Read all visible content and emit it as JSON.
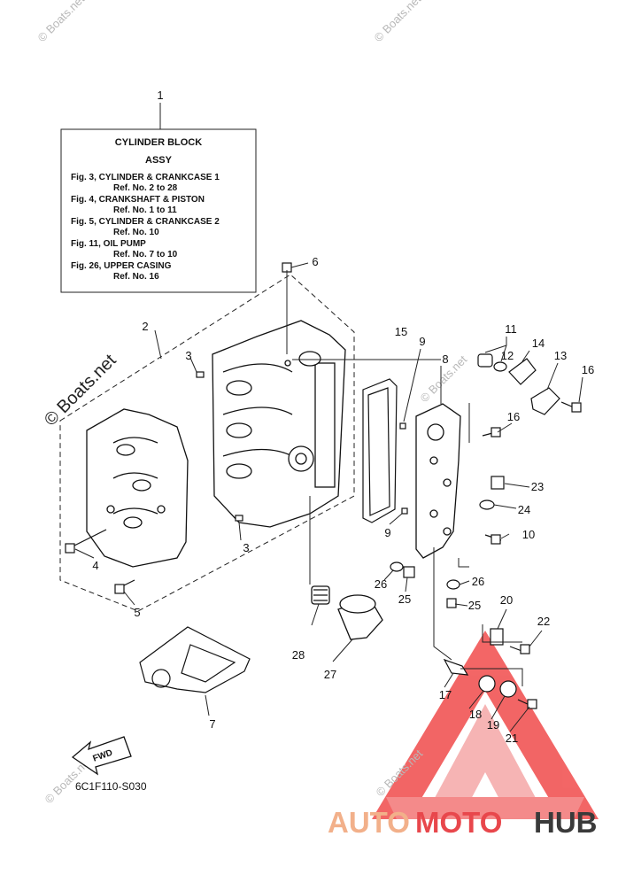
{
  "note_box": {
    "title": [
      "CYLINDER  BLOCK",
      "ASSY"
    ],
    "lines": [
      "Fig. 3, CYLINDER & CRANKCASE 1",
      "Ref. No. 2 to 28",
      "Fig. 4, CRANKSHAFT & PISTON",
      "Ref. No. 1 to 11",
      "Fig. 5, CYLINDER & CRANKCASE 2",
      "Ref. No. 10",
      "Fig. 11, OIL PUMP",
      "Ref. No. 7 to 10",
      "Fig. 26, UPPER CASING",
      "Ref. No. 16"
    ]
  },
  "callouts": {
    "c1": "1",
    "c2": "2",
    "c3a": "3",
    "c3b": "3",
    "c4": "4",
    "c5": "5",
    "c6": "6",
    "c7": "7",
    "c8": "8",
    "c9a": "9",
    "c9b": "9",
    "c10": "10",
    "c11": "11",
    "c12": "12",
    "c13": "13",
    "c14": "14",
    "c15": "15",
    "c16a": "16",
    "c16b": "16",
    "c17": "17",
    "c18": "18",
    "c19": "19",
    "c20": "20",
    "c21": "21",
    "c22": "22",
    "c23": "23",
    "c24": "24",
    "c25a": "25",
    "c25b": "25",
    "c26a": "26",
    "c26b": "26",
    "c27": "27",
    "c28": "28"
  },
  "fwd_label": "FWD",
  "diagram_code": "6C1F110-S030",
  "watermarks": {
    "big": "© Boats.net",
    "small": "© Boats.net"
  },
  "brand": {
    "part1": "AUTO",
    "part2": "MOTO",
    "part3": "HUB",
    "colors": {
      "auto": "#f2b08a",
      "moto": "#e8474c",
      "hub": "#3a3a3a",
      "triangle": "#ef3b3b"
    }
  }
}
